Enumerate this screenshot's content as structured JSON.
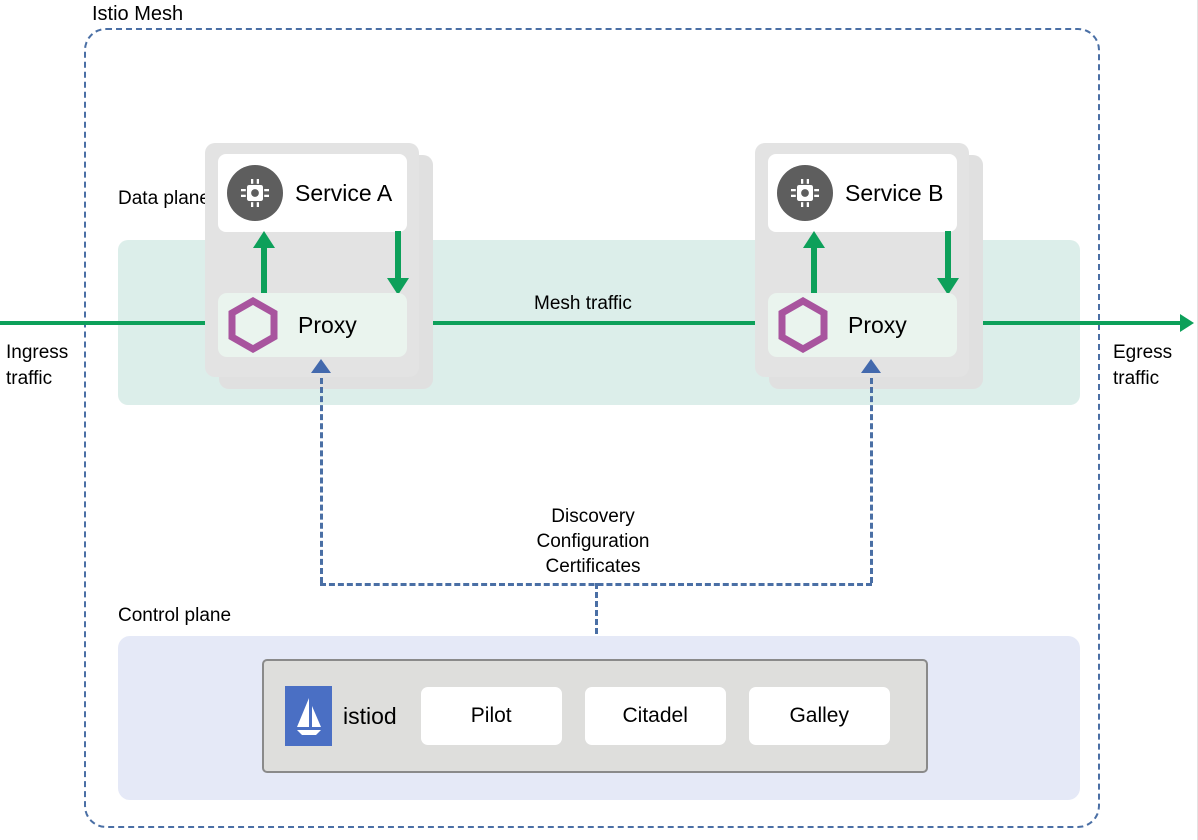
{
  "diagram": {
    "title": "Istio Mesh",
    "mesh_label": "Istio Mesh",
    "data_plane_label": "Data plane",
    "control_plane_label": "Control plane",
    "ingress_label": "Ingress\ntraffic",
    "egress_label": "Egress\ntraffic",
    "mesh_traffic_label": "Mesh traffic",
    "control_flow_label": "Discovery\nConfiguration\nCertificates",
    "control_flow_lines": [
      "Discovery",
      "Configuration",
      "Certificates"
    ]
  },
  "services": [
    {
      "name": "Service A",
      "proxy_label": "Proxy",
      "icon": "cpu-chip-icon",
      "proxy_icon": "hexagon-icon"
    },
    {
      "name": "Service B",
      "proxy_label": "Proxy",
      "icon": "cpu-chip-icon",
      "proxy_icon": "hexagon-icon"
    }
  ],
  "control_plane": {
    "brand": "istiod",
    "logo_icon": "istio-sail-icon",
    "components": [
      "Pilot",
      "Citadel",
      "Galley"
    ]
  },
  "colors": {
    "mesh_border": "#4a6fa5",
    "data_plane_band": "#dceeea",
    "control_plane_band": "#e5e9f7",
    "pod_card": "#e3e3e3",
    "proxy_box": "#eaf4ee",
    "traffic_green": "#0da05a",
    "hexagon_purple": "#a8549e",
    "chip_circle": "#5e5e5e",
    "istiod_blue": "#4a6fc4",
    "istiod_box": "#dededc",
    "blue_marker": "#4369ad"
  }
}
